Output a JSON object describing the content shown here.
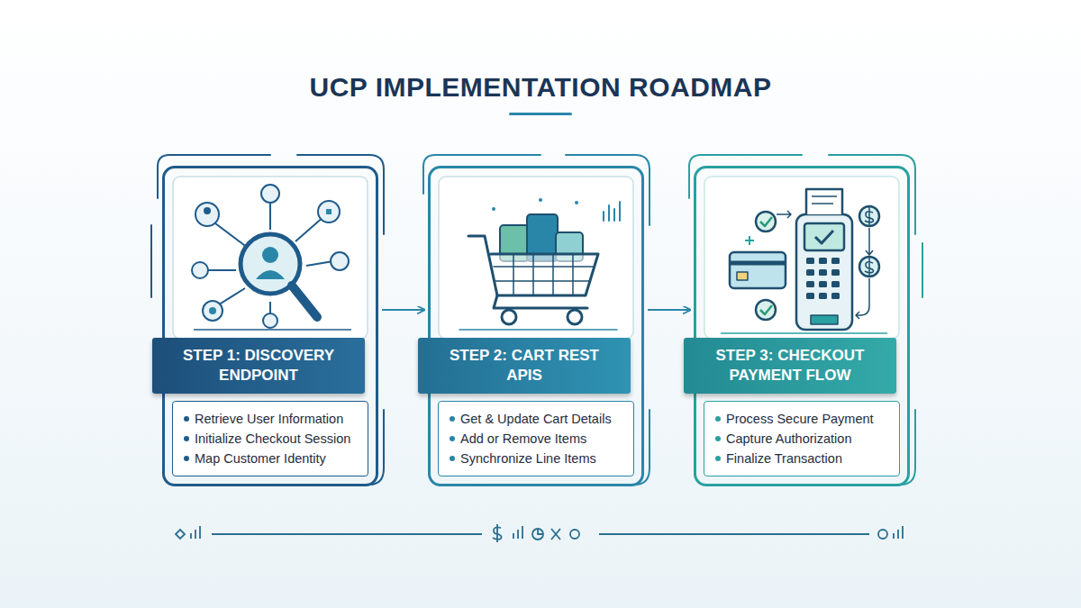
{
  "diagram": {
    "title": "UCP IMPLEMENTATION ROADMAP",
    "nodes": [
      {
        "text": [
          "STEP 1: DISCOVERY ENDPOINT",
          "Retrieve User Information",
          "Initialize Checkout Session",
          "Map Customer Identity"
        ]
      },
      {
        "text": [
          "STEP 2: CART REST APIS",
          "Get & Update Cart Details",
          "Add or Remove Items",
          "Synchronize Line Items"
        ]
      },
      {
        "text": [
          "STEP 3: CHECKOUT PAYMENT FLOW",
          "Process Secure Payment",
          "Capture Authorization",
          "Finalize Transaction"
        ]
      }
    ],
    "edges": [
      {
        "from": 0,
        "to": 1,
        "arrow": "to"
      },
      {
        "from": 1,
        "to": 2,
        "arrow": "to"
      }
    ]
  }
}
